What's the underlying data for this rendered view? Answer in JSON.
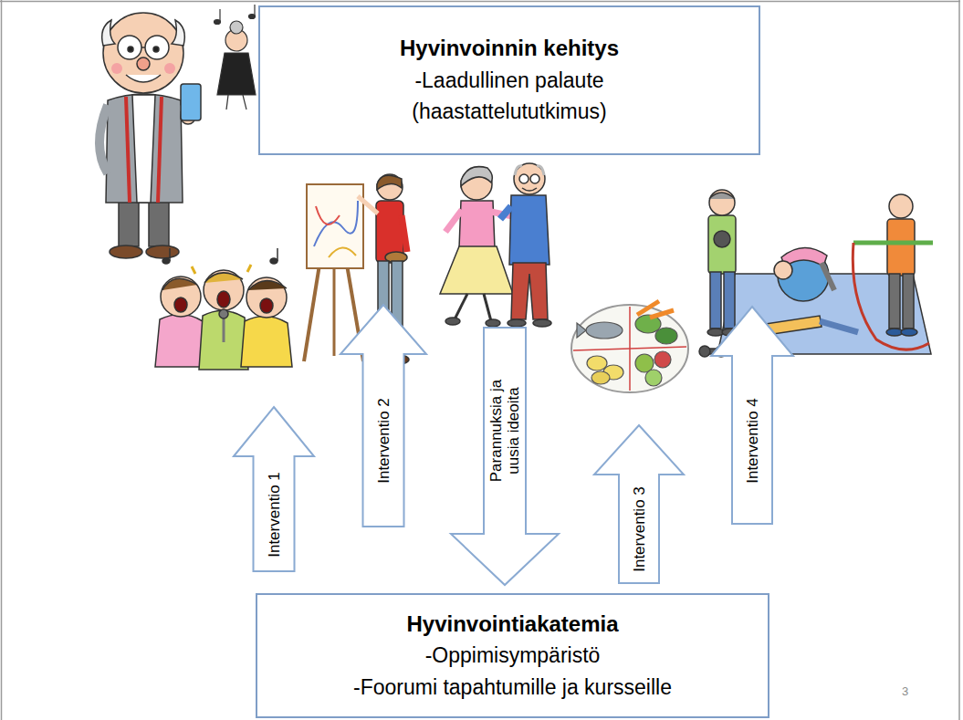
{
  "diagram": {
    "nodes": [
      {
        "text": [
          "Hyvinvoinnin kehitys",
          "-Laadullinen palaute (haastattelututkimus)"
        ]
      },
      {
        "text": [
          "Interventio 1"
        ]
      },
      {
        "text": [
          "Interventio 2"
        ]
      },
      {
        "text": [
          "Parannuksia ja uusia ideoita"
        ]
      },
      {
        "text": [
          "Interventio 3"
        ]
      },
      {
        "text": [
          "Interventio 4"
        ]
      },
      {
        "text": [
          "Hyvinvointiakatemia",
          "-Oppimisympäristö",
          "-Foorumi tapahtumille ja kursseille"
        ]
      }
    ],
    "labels": [
      "3"
    ]
  }
}
